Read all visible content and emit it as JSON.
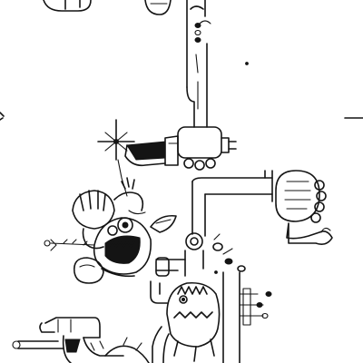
{
  "drawing": {
    "kind": "pen-and-ink doodle",
    "ink_color": "#141414",
    "paper_color": "#ffffff",
    "motifs": [
      "pipe-network",
      "electrical-plug",
      "knife-blade",
      "striped-bird-creature",
      "balloon-creature",
      "spiky-lizard-creature",
      "crosshair-star",
      "bead-stalk"
    ]
  }
}
